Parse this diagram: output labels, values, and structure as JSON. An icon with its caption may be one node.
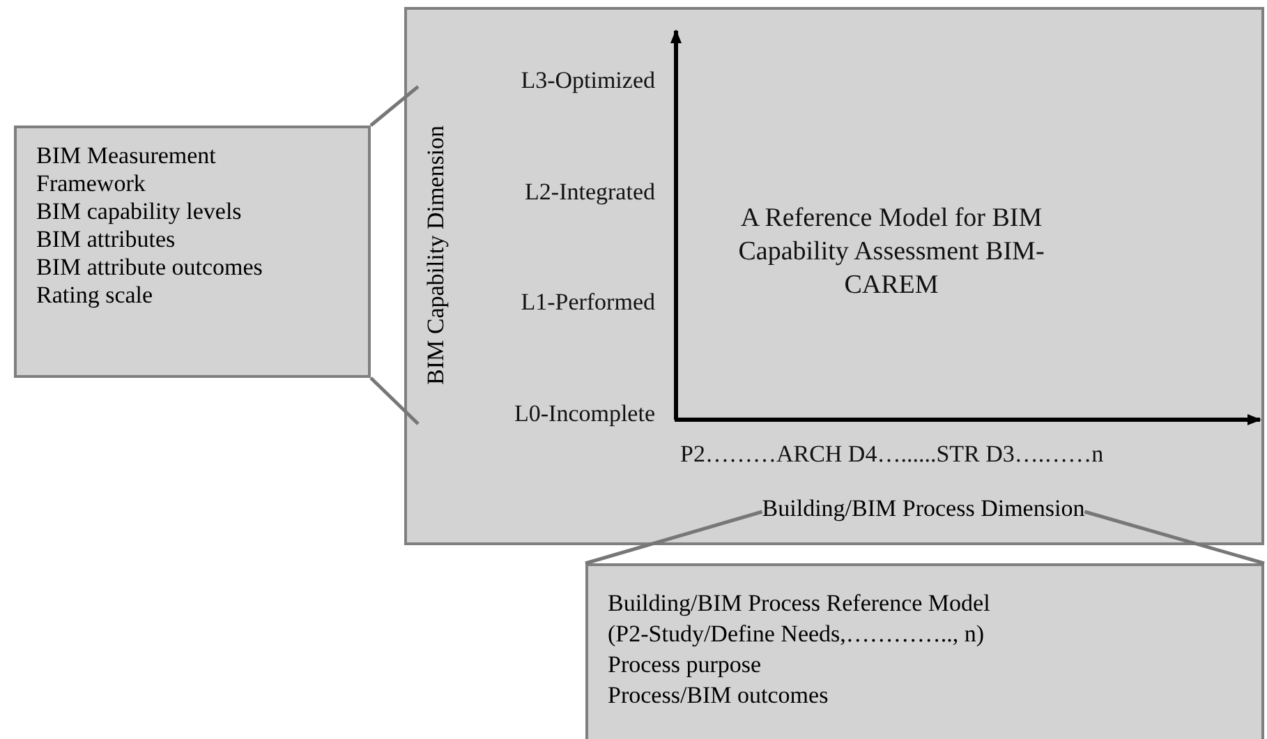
{
  "diagram": {
    "nodes": [
      {
        "text": [
          "A Reference Model for BIM Capability Assessment BIM-CAREM"
        ]
      },
      {
        "text": [
          "BIM Measurement Framework",
          "BIM capability levels",
          "BIM attributes",
          "BIM attribute outcomes",
          "Rating scale"
        ]
      },
      {
        "text": [
          "Building/BIM Process Reference Model",
          "(P2-Study/Define Needs,………….., n)",
          "Process purpose",
          "Process/BIM outcomes"
        ]
      },
      {
        "text": [
          "BIM Capability Dimension"
        ],
        "in": 0
      },
      {
        "text": [
          "Building/BIM Process Dimension"
        ],
        "in": 0
      }
    ],
    "edges": [
      {
        "from": 1,
        "to": 3,
        "arrow": "none"
      },
      {
        "from": 1,
        "to": 3,
        "arrow": "none"
      },
      {
        "from": 2,
        "to": 4,
        "arrow": "none"
      },
      {
        "from": 2,
        "to": 4,
        "arrow": "none"
      }
    ],
    "labels": [
      "L3-Optimized",
      "L2-Integrated",
      "L1-Performed",
      "L0-Incomplete",
      "P2………ARCH D4…......STR D3….……n"
    ]
  }
}
